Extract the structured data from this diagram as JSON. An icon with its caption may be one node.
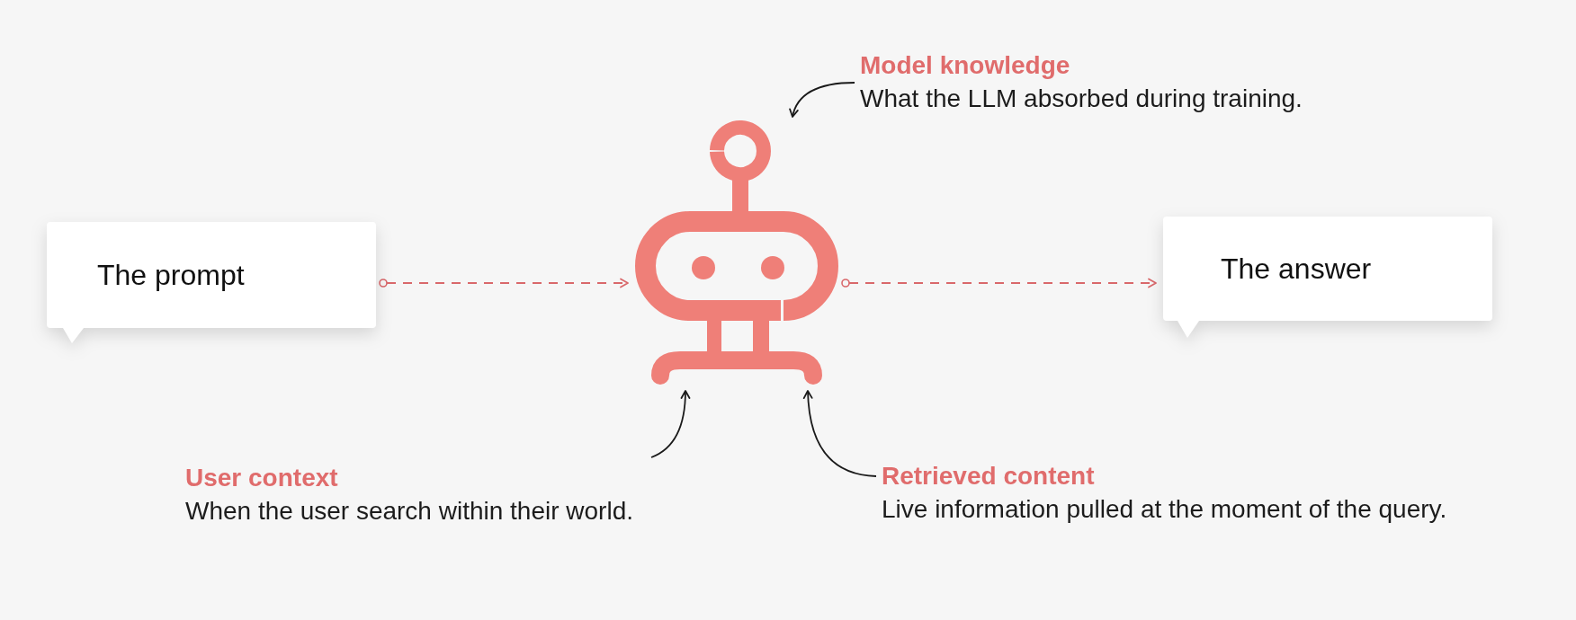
{
  "diagram": {
    "nodes": [
      {
        "text": [
          "Model knowledge",
          "What the LLM absorbed during training."
        ]
      },
      {
        "text": [
          "The prompt"
        ]
      },
      {
        "text": [],
        "shape": "picture"
      },
      {
        "text": [
          "The answer"
        ]
      },
      {
        "text": [
          "User context",
          "When the user search within their world."
        ]
      },
      {
        "text": [
          "Retrieved content",
          "Live information pulled at the moment of the query."
        ]
      }
    ],
    "edges": [
      {
        "from": 1,
        "to": 2,
        "arrow": "to",
        "style": "dashed",
        "color": "#d9686b"
      },
      {
        "from": 2,
        "to": 3,
        "arrow": "to",
        "style": "dashed",
        "color": "#d9686b"
      },
      {
        "from": 0,
        "to": 2,
        "arrow": "to"
      },
      {
        "from": 4,
        "to": 2,
        "arrow": "to"
      },
      {
        "from": 5,
        "to": 2,
        "arrow": "to"
      }
    ]
  }
}
